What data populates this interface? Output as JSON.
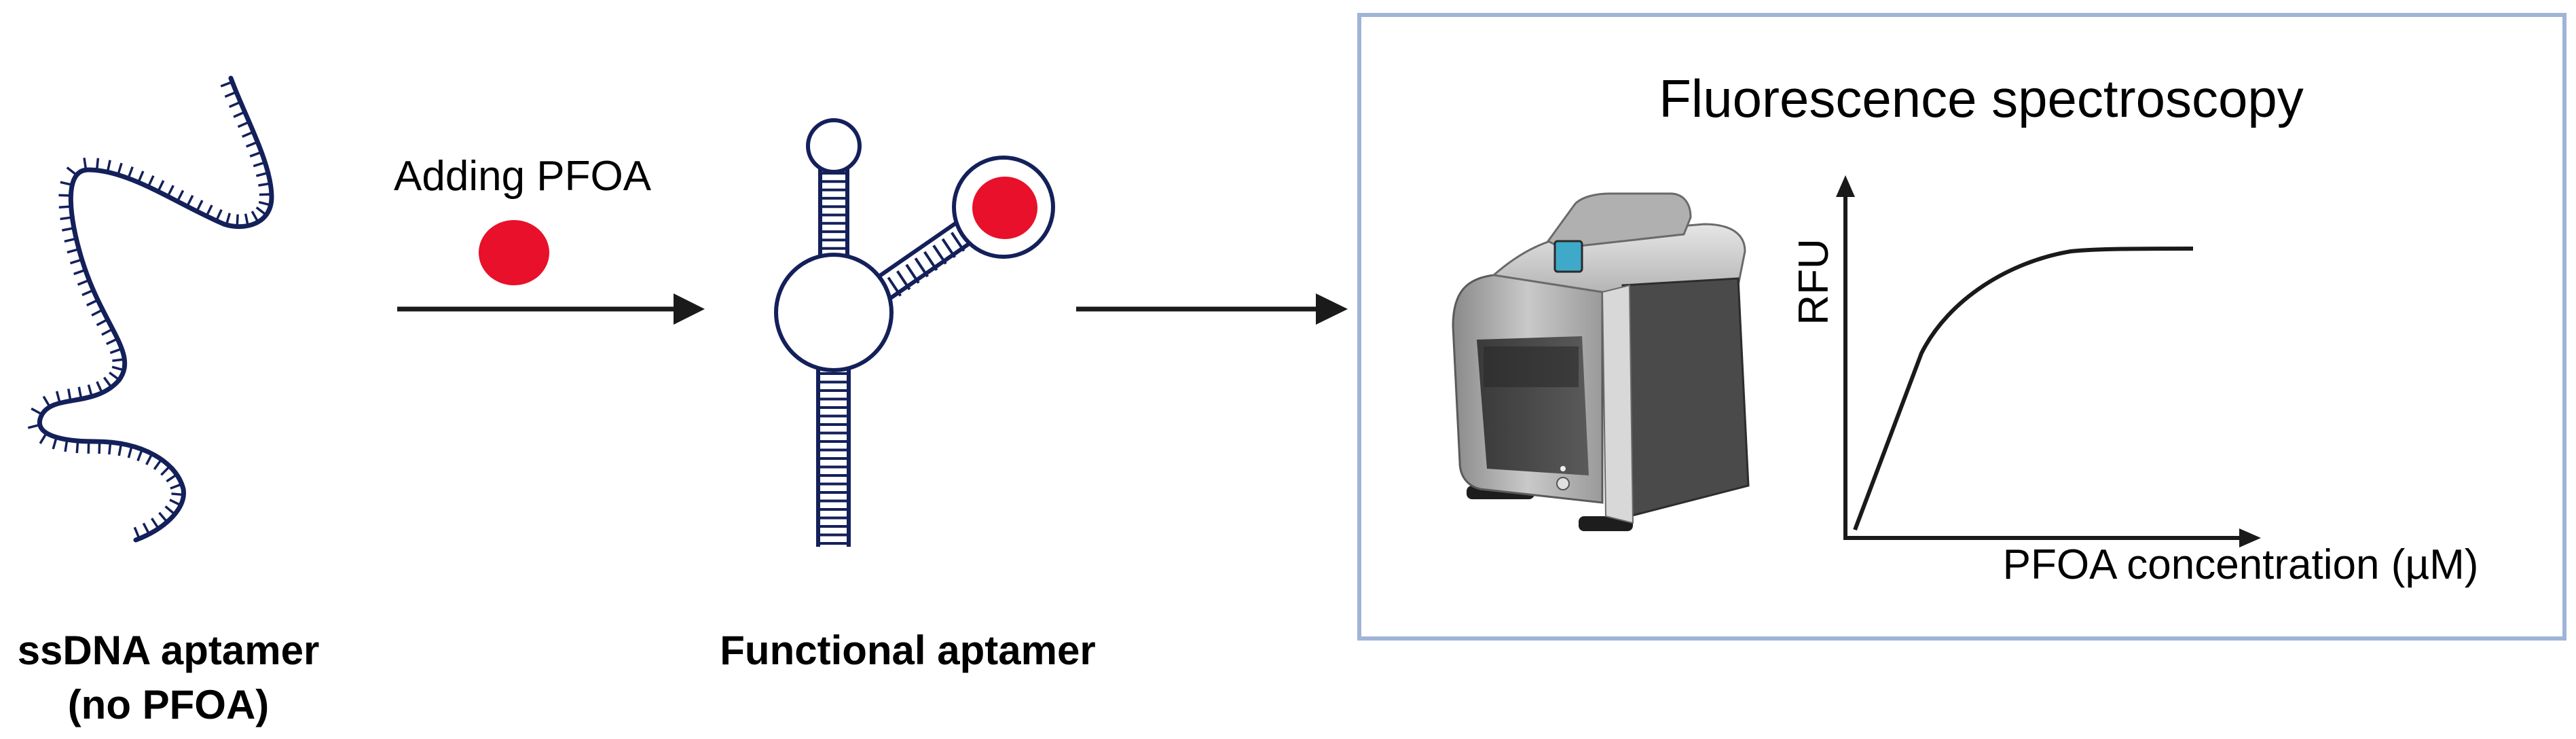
{
  "arrow_label": "Adding PFOA",
  "ssdna_label_line1": "ssDNA aptamer",
  "ssdna_label_line2": "(no PFOA)",
  "functional_label": "Functional aptamer",
  "panel": {
    "title": "Fluorescence spectroscopy",
    "y_axis_label": "RFU",
    "x_axis_label": "PFOA concentration (µM)",
    "border_color": "#9fb4d6"
  },
  "colors": {
    "pfoa_dot": "#e8102a",
    "aptamer_strand": "#14205a",
    "arrow": "#1a1a1a"
  },
  "icons": {
    "instrument": "spectrofluorometer-icon",
    "strand": "ssdna-strand-icon",
    "folded": "folded-aptamer-icon"
  }
}
